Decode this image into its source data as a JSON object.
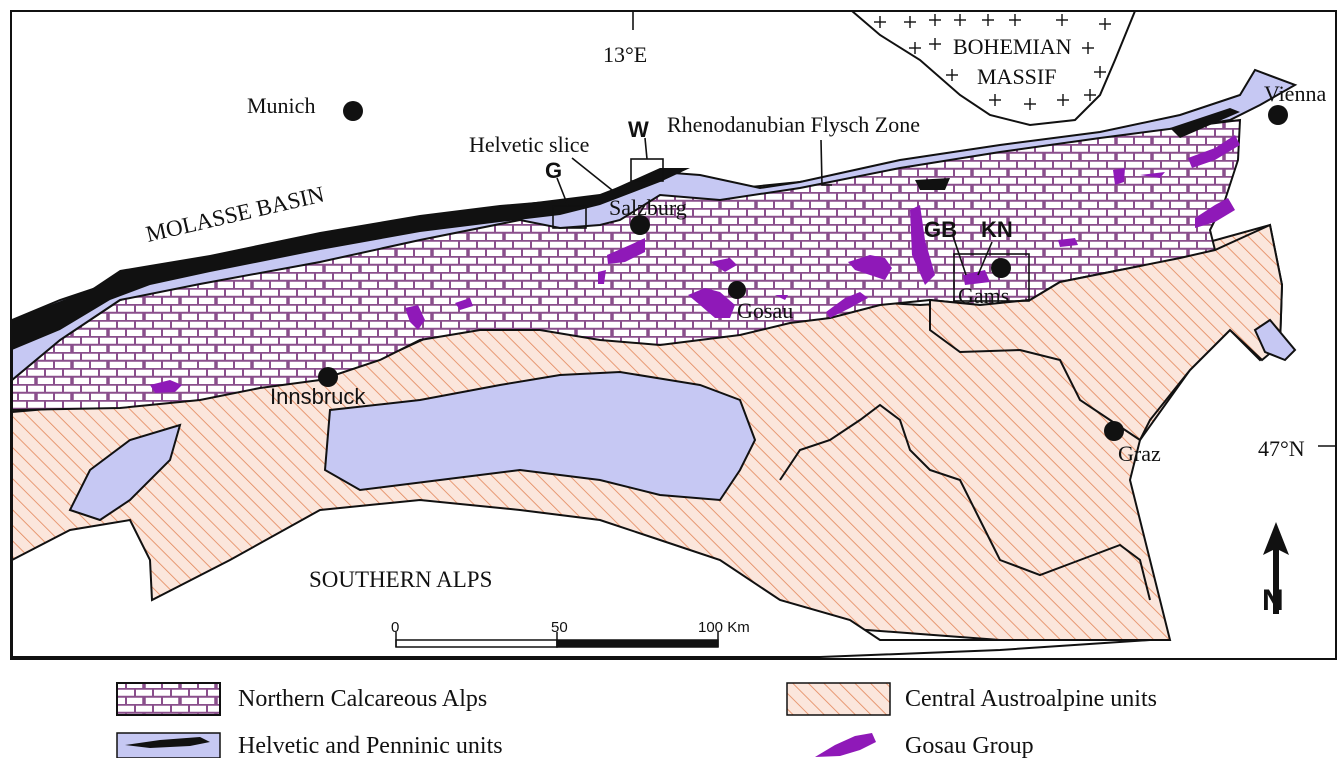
{
  "meridian_label": "13°E",
  "parallel_label": "47°N",
  "regions": {
    "bohemian_massif": "BOHEMIAN\nMASSIF",
    "molasse_basin": "MOLASSE BASIN",
    "southern_alps": "SOUTHERN ALPS"
  },
  "annotations": {
    "helvetic_slice": "Helvetic slice",
    "flysch_zone": "Rhenodanubian Flysch Zone"
  },
  "study_areas": {
    "G": "G",
    "W": "W",
    "GB": "GB",
    "KN": "KN"
  },
  "cities": {
    "munich": "Munich",
    "salzburg": "Salzburg",
    "vienna": "Vienna",
    "gosau": "Gosau",
    "gams": "Gams",
    "innsbruck": "Innsbruck",
    "graz": "Graz"
  },
  "scale_bar": {
    "ticks": [
      "0",
      "50",
      "100 Km"
    ]
  },
  "legend": {
    "northern_calcareous": "Northern Calcareous Alps",
    "central_austroalpine": "Central Austroalpine units",
    "helvetic_penninic": "Helvetic and Penninic units",
    "gosau_group": "Gosau Group"
  },
  "colors": {
    "helvetic_fill": "#c6c8f3",
    "nca_brick": "#8a4f8c",
    "central_hatch": "#e3865a",
    "central_bg": "#fbe6dc",
    "gosau": "#8f19b8",
    "flysch_black": "#111111"
  }
}
